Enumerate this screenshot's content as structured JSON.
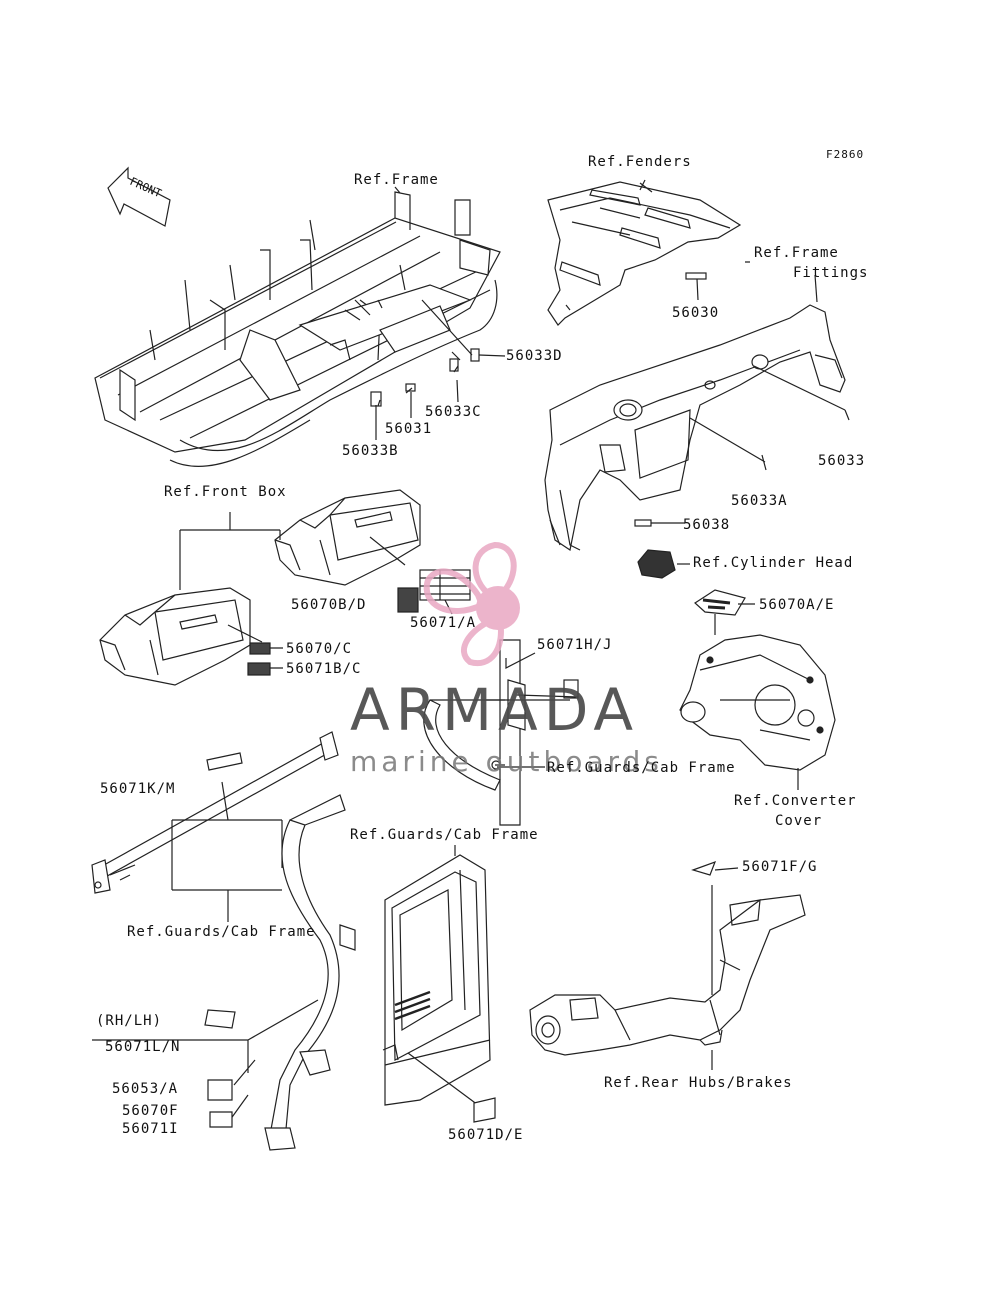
{
  "diagram_code": "F2860",
  "front_arrow_text": "FRONT",
  "watermark": {
    "brand": "ARMADA",
    "tagline": "marine outboards",
    "accent": "#e9a8c3"
  },
  "labels": {
    "ref_frame": "Ref.Frame",
    "ref_fenders": "Ref.Fenders",
    "ref_frame_fittings_1": "Ref.Frame",
    "ref_frame_fittings_2": "Fittings",
    "p56030": "56030",
    "p56033D": "56033D",
    "p56033C": "56033C",
    "p56031": "56031",
    "p56033B": "56033B",
    "p56033": "56033",
    "p56033A": "56033A",
    "ref_front_box": "Ref.Front Box",
    "p56038": "56038",
    "ref_cyl_head": "Ref.Cylinder Head",
    "p56070AE": "56070A/E",
    "p56070BD": "56070B/D",
    "p56071A": "56071/A",
    "p56071HJ": "56071H/J",
    "p56070C": "56070/C",
    "p56071BC": "56071B/C",
    "ref_guards_cab_1": "Ref.Guards/Cab Frame",
    "ref_converter_1": "Ref.Converter",
    "ref_converter_2": "Cover",
    "p56071KM": "56071K/M",
    "ref_guards_cab_2": "Ref.Guards/Cab Frame",
    "p56071FG": "56071F/G",
    "ref_guards_cab_3": "Ref.Guards/Cab Frame",
    "rh_lh": "(RH/LH)",
    "p56071LN": "56071L/N",
    "p56053A": "56053/A",
    "p56070F": "56070F",
    "p56071I": "56071I",
    "p56071DE": "56071D/E",
    "ref_rear_hubs": "Ref.Rear Hubs/Brakes"
  }
}
